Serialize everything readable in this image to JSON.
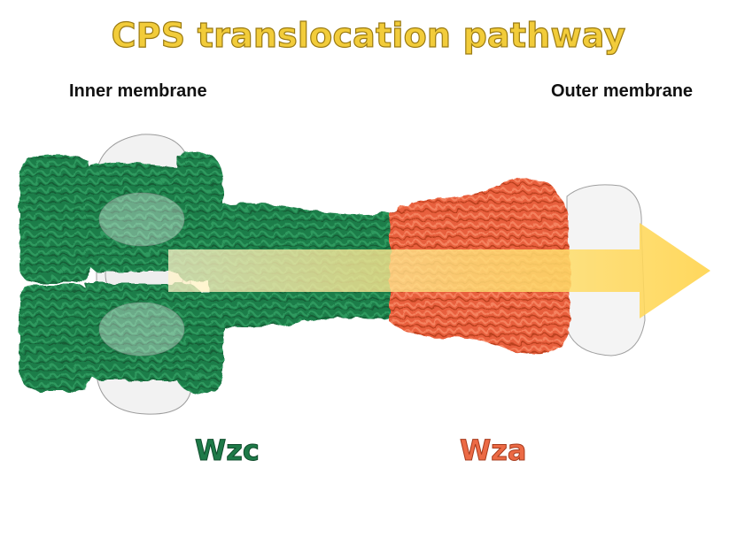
{
  "title": "CPS translocation pathway",
  "labels": {
    "inner_membrane": "Inner membrane",
    "outer_membrane": "Outer membrane",
    "wzc": "Wzc",
    "wza": "Wza"
  },
  "colors": {
    "title_fill": "#f2cc3a",
    "title_outline": "#9a7a12",
    "wzc_green": "#1e7a48",
    "wza_orange": "#ec6a45",
    "pathway_arrow": "#ffd75a",
    "membrane_density": "#cfcfcf"
  }
}
